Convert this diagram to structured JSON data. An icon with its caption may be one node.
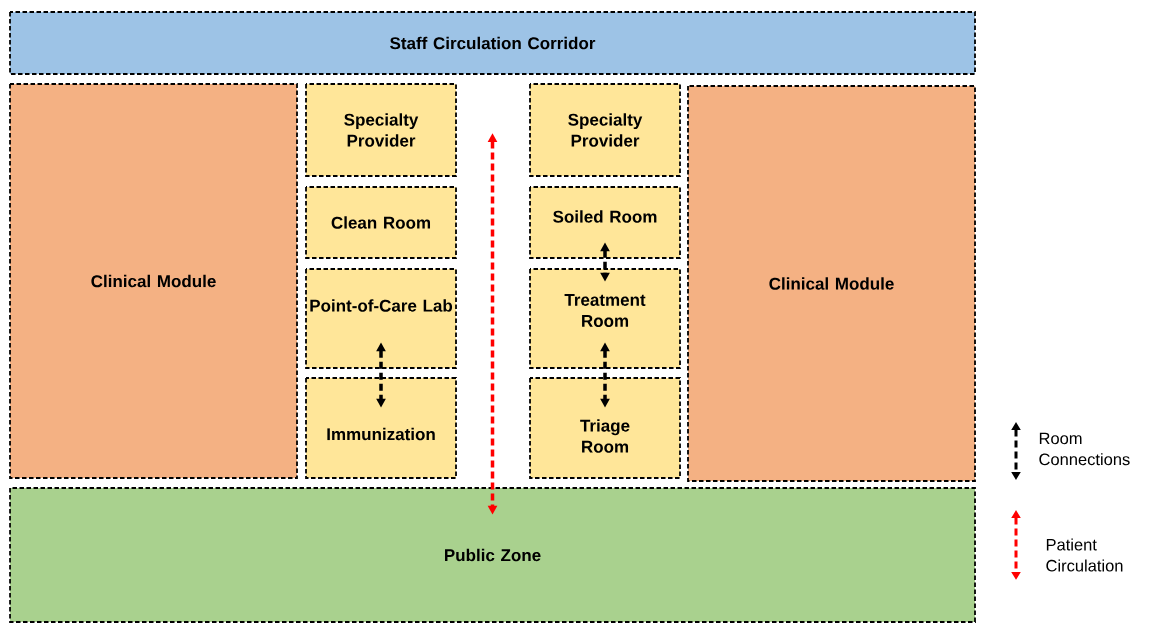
{
  "diagram": {
    "nodes": [
      {
        "text": [
          "Staff Circulation Corridor"
        ]
      },
      {
        "text": [
          "Clinical Module"
        ]
      },
      {
        "text": [
          "Specialty Provider"
        ]
      },
      {
        "text": [
          "Clean Room"
        ]
      },
      {
        "text": [
          "Point-of-Care Lab"
        ]
      },
      {
        "text": [
          "Immunization"
        ]
      },
      {
        "text": [
          "Specialty Provider"
        ]
      },
      {
        "text": [
          "Soiled Room"
        ]
      },
      {
        "text": [
          "Treatment Room"
        ]
      },
      {
        "text": [
          "Triage Room"
        ]
      },
      {
        "text": [
          "Clinical Module"
        ]
      },
      {
        "text": [
          "Public Zone"
        ]
      }
    ],
    "edges": [
      {
        "from": 4,
        "to": 5,
        "arrow": "both"
      },
      {
        "from": 7,
        "to": 8,
        "arrow": "both"
      },
      {
        "from": 8,
        "to": 9,
        "arrow": "both"
      },
      {
        "from": null,
        "to": 11,
        "arrow": "both",
        "color": "#ff0000"
      }
    ],
    "legend": [
      {
        "text": "Room Connections"
      },
      {
        "text": "Patient Circulation"
      }
    ]
  }
}
